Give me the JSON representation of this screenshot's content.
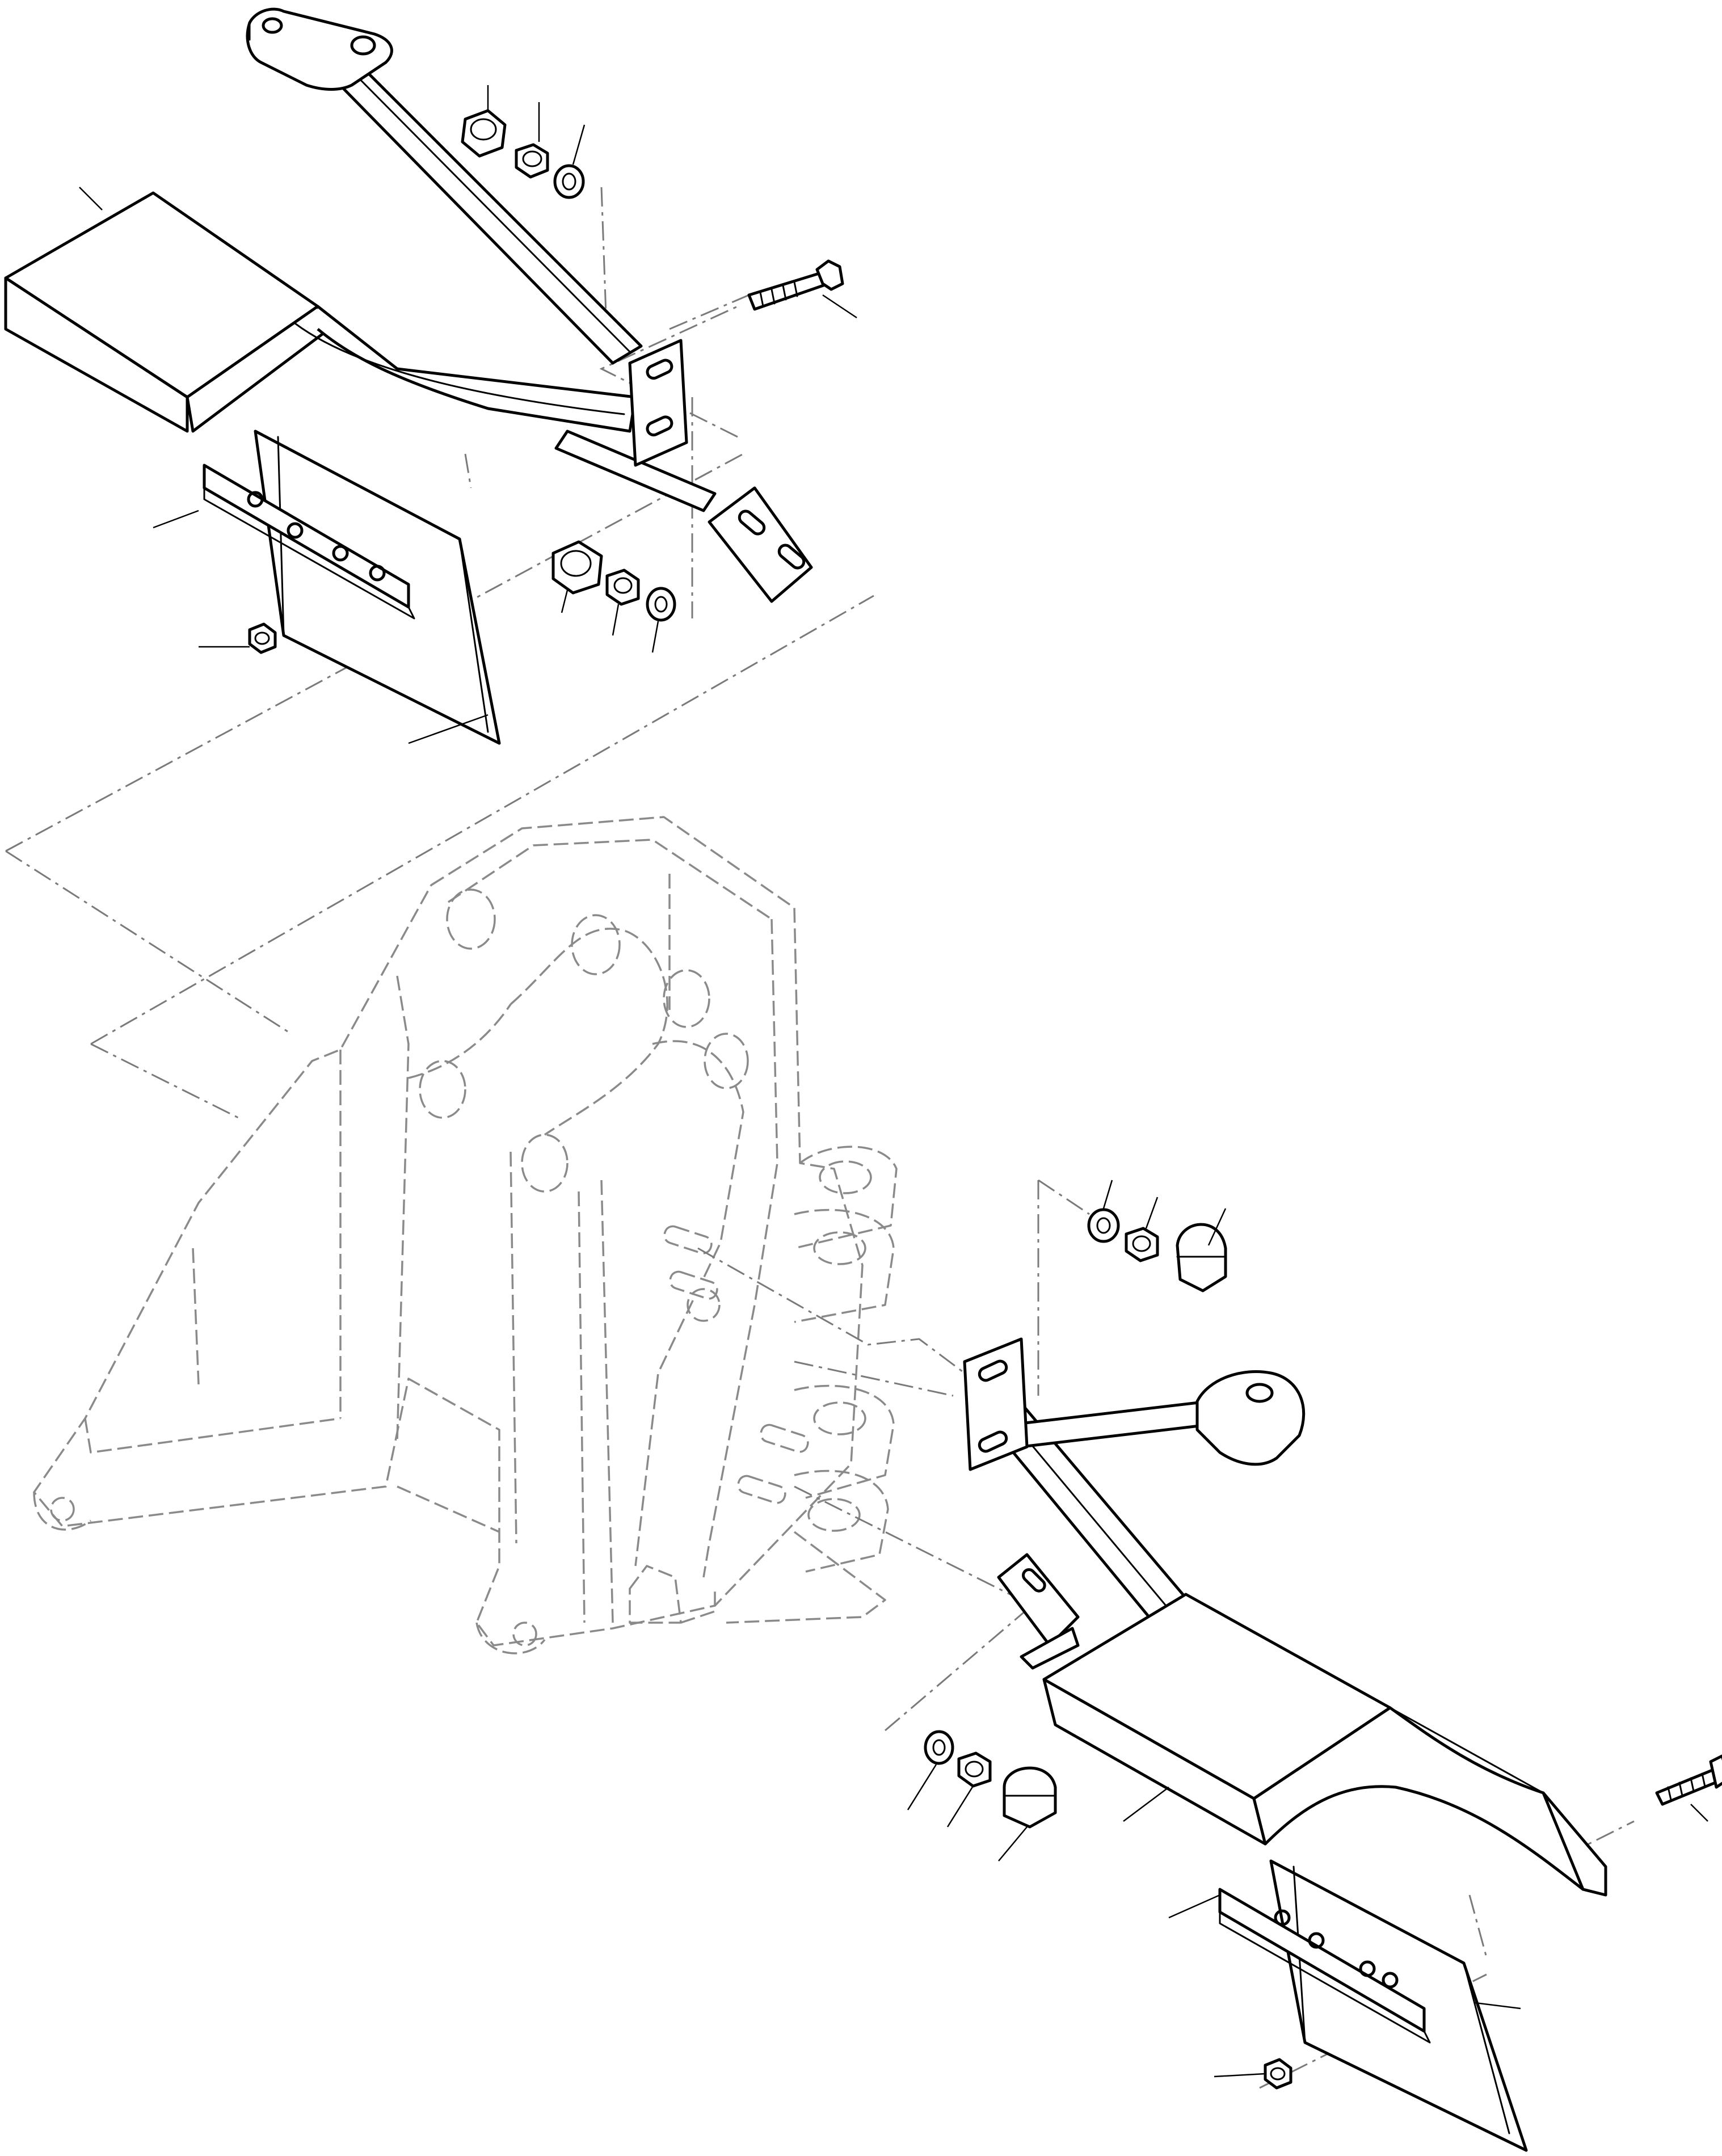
{
  "figure": {
    "kind": "exploded parts drawing",
    "text_labels": []
  },
  "assemblies": [
    {
      "name": "upper-left-support-bracket",
      "parts": [
        "foot-plate",
        "long-strut",
        "cross-strut",
        "mounting-plate",
        "shim-plate",
        "clamp-strip",
        "cap-nut",
        "nut",
        "washer",
        "bolt",
        "small-nut"
      ]
    },
    {
      "name": "lower-right-support-bracket",
      "parts": [
        "foot-plate",
        "long-strut",
        "cross-strut",
        "mounting-plate",
        "shim-plate",
        "clamp-strip",
        "cap-nut",
        "nut",
        "washer",
        "bolt",
        "small-nut"
      ]
    }
  ],
  "reference_frame": {
    "style": "dashed phantom outline"
  },
  "icons": {
    "leader_line": "callout-leader",
    "hex_nut": "hex-nut-icon",
    "washer": "washer-icon",
    "cap_nut": "cap-nut-icon",
    "bolt": "hex-bolt-icon"
  },
  "colors": {
    "line": "#000000",
    "phantom": "#8a8a8a",
    "background": "#ffffff"
  }
}
